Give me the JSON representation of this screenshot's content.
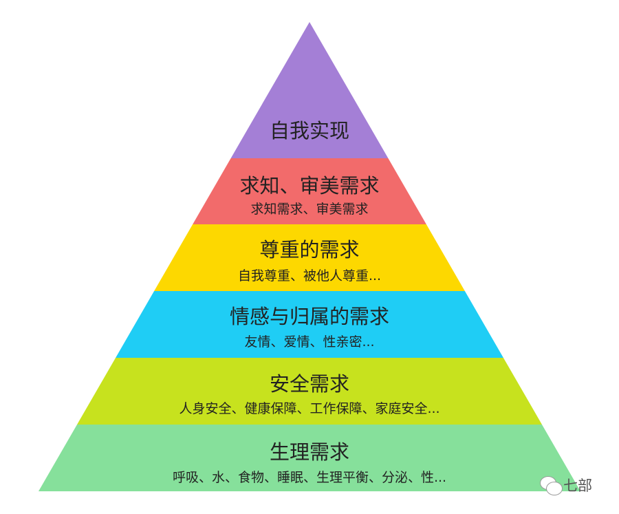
{
  "levels": [
    {
      "title": "自我实现",
      "subtitle": null,
      "color": "#a47fd6"
    },
    {
      "title": "求知、审美需求",
      "subtitle": "求知需求、审美需求",
      "color": "#f26b6b"
    },
    {
      "title": "尊重的需求",
      "subtitle": "自我尊重、被他人尊重...",
      "color": "#fdd800"
    },
    {
      "title": "情感与归属的需求",
      "subtitle": "友情、爱情、性亲密...",
      "color": "#1fcdf5"
    },
    {
      "title": "安全需求",
      "subtitle": "人身安全、健康保障、工作保障、家庭安全...",
      "color": "#c7e21e"
    },
    {
      "title": "生理需求",
      "subtitle": "呼吸、水、食物、睡眠、生理平衡、分泌、性...",
      "color": "#86e09b"
    }
  ],
  "watermark": {
    "text": "七部",
    "icon": "wechat-icon"
  }
}
